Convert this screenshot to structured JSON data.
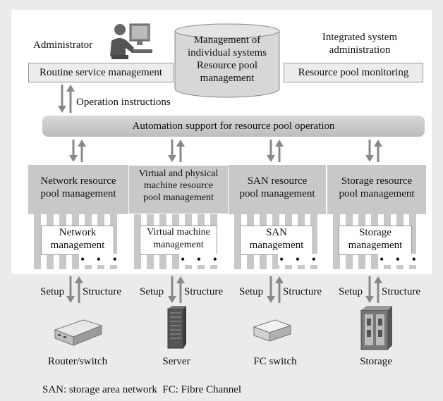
{
  "top": {
    "administrator_label": "Administrator",
    "routine_box": "Routine service management",
    "cylinder_line1": "Management of",
    "cylinder_line2": "individual systems",
    "cylinder_line3": "Resource pool",
    "cylinder_line4": "management",
    "integrated_line1": "Integrated system",
    "integrated_line2": "administration",
    "monitoring_box": "Resource pool monitoring",
    "operation_label": "Operation instructions"
  },
  "automation_bar": "Automation support for resource pool operation",
  "pools": [
    {
      "line1": "Network resource",
      "line2": "pool management",
      "line3": "",
      "mgmt1": "Network",
      "mgmt2": "management"
    },
    {
      "line1": "Virtual and physical",
      "line2": "machine resource",
      "line3": "pool management",
      "mgmt1": "Virtual machine",
      "mgmt2": "management"
    },
    {
      "line1": "SAN resource",
      "line2": "pool management",
      "line3": "",
      "mgmt1": "SAN",
      "mgmt2": "management"
    },
    {
      "line1": "Storage resource",
      "line2": "pool management",
      "line3": "",
      "mgmt1": "Storage",
      "mgmt2": "management"
    }
  ],
  "dots": "• • •",
  "setup_label": "Setup",
  "structure_label": "Structure",
  "devices": [
    "Router/switch",
    "Server",
    "FC switch",
    "Storage"
  ],
  "footnote": "SAN: storage area network  FC: Fibre Channel"
}
